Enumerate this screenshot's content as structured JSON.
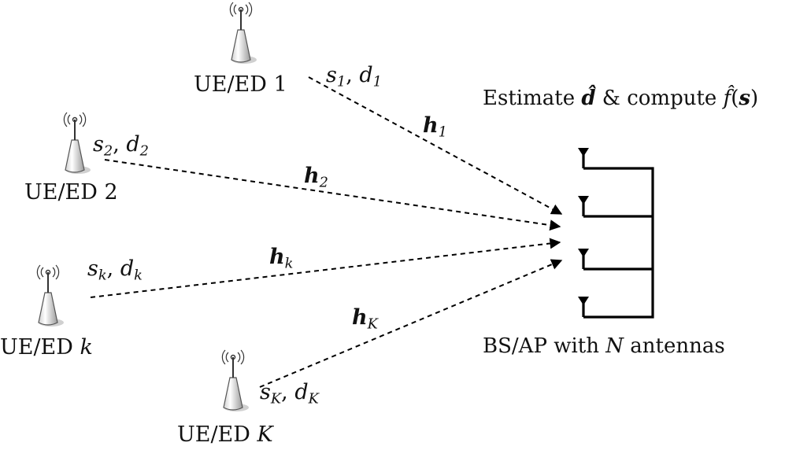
{
  "devices": [
    {
      "id": "ue1",
      "label": "UE/ED 1",
      "signal": {
        "s": "s",
        "s_sub": "1",
        "d": "d",
        "d_sub": "1"
      }
    },
    {
      "id": "ue2",
      "label": "UE/ED 2",
      "signal": {
        "s": "s",
        "s_sub": "2",
        "d": "d",
        "d_sub": "2"
      }
    },
    {
      "id": "uek",
      "label_prefix": "UE/ED ",
      "label_var": "k",
      "signal": {
        "s": "s",
        "s_sub": "k",
        "d": "d",
        "d_sub": "k"
      }
    },
    {
      "id": "ueK",
      "label_prefix": "UE/ED ",
      "label_var": "K",
      "signal": {
        "s": "s",
        "s_sub": "K",
        "d": "d",
        "d_sub": "K"
      }
    }
  ],
  "channels": [
    {
      "h": "h",
      "sub": "1"
    },
    {
      "h": "h",
      "sub": "2"
    },
    {
      "h": "h",
      "sub": "k"
    },
    {
      "h": "h",
      "sub": "K"
    }
  ],
  "base_station": {
    "top_text": "Estimate ",
    "d_hat": "d̂",
    "middle_text": " & compute ",
    "f_hat": "f̂",
    "s_var": "s",
    "bottom_prefix": "BS/AP with ",
    "bottom_var": "N",
    "bottom_suffix": " antennas"
  },
  "separator": ", "
}
